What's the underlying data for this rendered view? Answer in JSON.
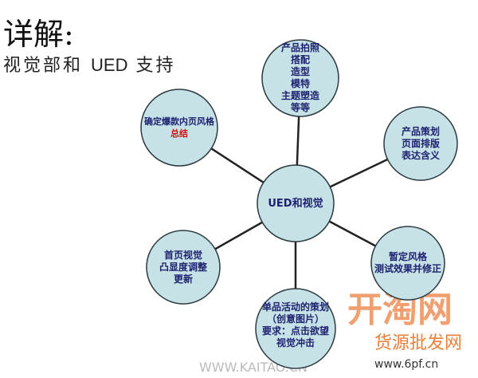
{
  "title": "详解:",
  "subtitle_cn": "视觉部和",
  "subtitle_en": "UED",
  "subtitle_cn2": "支持",
  "colors": {
    "node_fill": "#c7e2e6",
    "node_stroke": "#2b3a40",
    "text": "#1d2270",
    "highlight": "#d01010",
    "watermark": "#f0a070"
  },
  "center": {
    "label": "UED和视觉"
  },
  "nodes": [
    {
      "lines": [
        "产品拍照",
        "搭配",
        "造型",
        "模特",
        "主题塑造",
        "等等"
      ]
    },
    {
      "lines": [
        "产品策划",
        "页面排版",
        "表达含义"
      ]
    },
    {
      "lines": [
        "暂定风格",
        "测试效果并修正"
      ]
    },
    {
      "lines": [
        "单品活动的策划",
        "（创意图片）",
        "要求：点击欲望",
        "视觉冲击"
      ]
    },
    {
      "lines": [
        "首页视觉",
        "凸显度调整",
        "更新"
      ]
    },
    {
      "lines": [
        "确定爆款内页风格"
      ],
      "highlight": "总结"
    }
  ],
  "watermark": {
    "logo": "开淘网",
    "tagline": "货源批发网",
    "url": "www.6pf.cn",
    "site": "WWW.KAITAO.CN"
  }
}
